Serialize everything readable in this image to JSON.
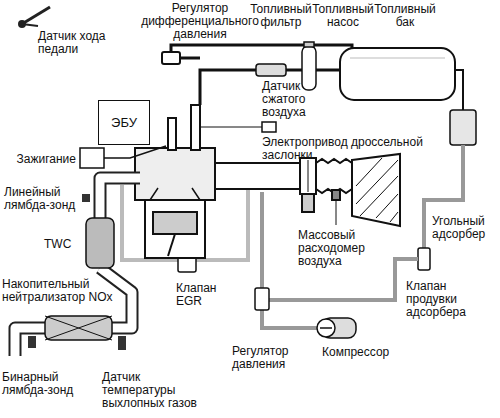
{
  "diagram": {
    "nodes": [
      {
        "text": [
          "ЭБУ"
        ]
      }
    ],
    "labels": [
      "Датчик хода педали",
      "Регулятор дифференциального давления",
      "Топливный фильтр",
      "Топливный насос",
      "Топливный бак",
      "Датчик сжатого воздуха",
      "Зажигание",
      "Электропривод дроссельной заслонки",
      "Линейный лямбда-зонд",
      "TWC",
      "Угольный адсорбер",
      "Массовый расходомер воздуха",
      "Накопительный нейтрализатор NOx",
      "Клапан EGR",
      "Клапан продувки адсорбера",
      "Бинарный лямбда-зонд",
      "Датчик температуры выхлопных газов",
      "Регулятор давления",
      "Компрессор"
    ]
  }
}
